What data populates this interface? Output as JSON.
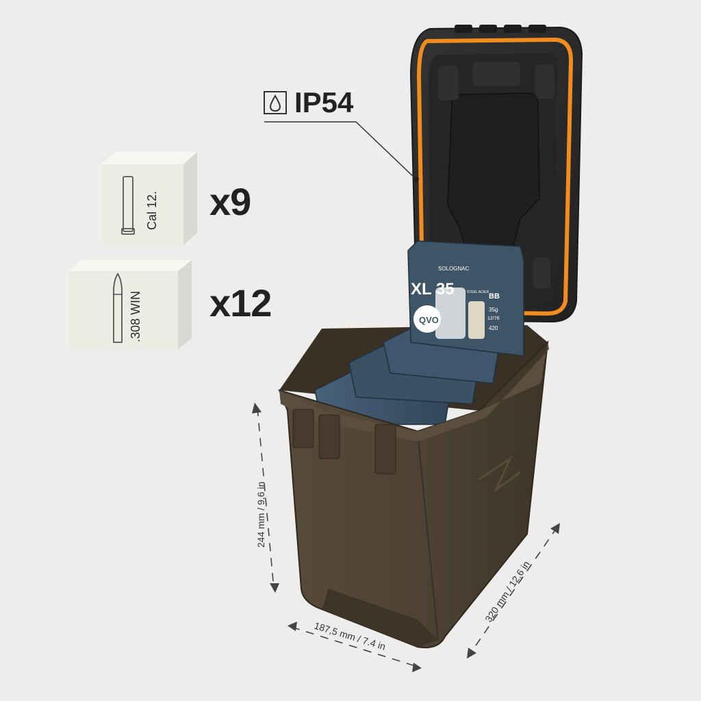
{
  "rating": {
    "label": "IP54",
    "icon": "water-drop-icon"
  },
  "capacity": [
    {
      "caliber": "Cal 12.",
      "multiplier": "x9",
      "icon": "shotgun-shell-icon"
    },
    {
      "caliber": ".308 WIN",
      "multiplier": "x12",
      "icon": "rifle-cartridge-icon"
    }
  ],
  "dimensions": {
    "height": "244 mm / 9,6 in",
    "width": "187,5 mm / 7.4 in",
    "depth": "320 mm / 12,6 in"
  },
  "brand": {
    "name": "SOLOGNAC"
  },
  "ammo_box": {
    "model": "XL 35",
    "badge": "QVO",
    "shot": "BB",
    "steel": "STEEL ACIER",
    "load": "35g",
    "gauge": "12/76",
    "speed": "420"
  },
  "colors": {
    "background": "#eeedec",
    "box_body": "#4d4233",
    "lid": "#2b2b2b",
    "seal": "#f28c1e",
    "ammo_box": "#3d5566"
  }
}
